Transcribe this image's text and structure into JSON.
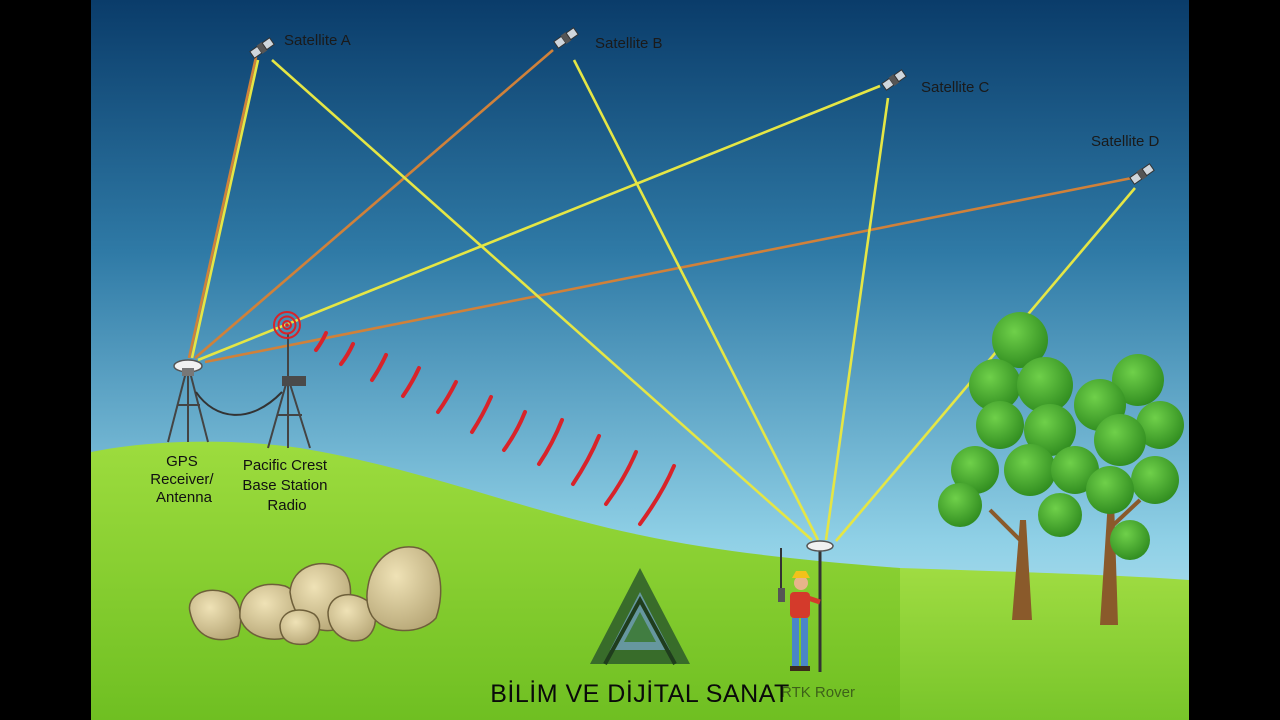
{
  "satellites": [
    {
      "id": "a",
      "label": "Satellite A"
    },
    {
      "id": "b",
      "label": "Satellite B"
    },
    {
      "id": "c",
      "label": "Satellite C"
    },
    {
      "id": "d",
      "label": "Satellite D"
    }
  ],
  "equipment": {
    "gps_receiver": [
      "GPS",
      "Receiver/",
      "Antenna"
    ],
    "base_station": [
      "Pacific Crest",
      "Base Station",
      "Radio"
    ],
    "rover": "RTK Rover"
  },
  "watermark": {
    "text": "BİLİM VE DİJİTAL SANAT"
  },
  "colors": {
    "sky_top": "#0b3f6d",
    "sky_bottom": "#bfe8f2",
    "grass": "#8ed433",
    "signal_yellow": "#e5e645",
    "signal_orange": "#d0813a",
    "radio_wave": "#d8232a"
  }
}
